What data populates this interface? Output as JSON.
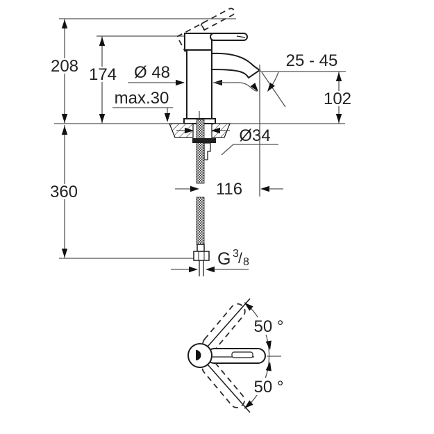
{
  "page": {
    "background": "#ffffff"
  },
  "diagram": {
    "type": "technical-drawing",
    "subject": "single-lever basin mixer faucet: side elevation with installation dimensions and bottom view with handle swivel angles",
    "colors": {
      "outline": "#1c1c1c",
      "dimension_lines": "#555555",
      "text": "#222222",
      "background": "#ffffff"
    },
    "labels": {
      "total_height": "208",
      "body_height": "174",
      "body_diameter": "Ø 48",
      "max_deck_thickness": "max.30",
      "spout_clearance_range": "25 - 45",
      "spout_outlet_height": "102",
      "hole_diameter": "Ø34",
      "spout_projection": "116",
      "hose_length": "360",
      "thread": {
        "g": "G",
        "numerator": "3",
        "slash": "/",
        "denominator": "8"
      },
      "swivel_angle_top": "50 °",
      "swivel_angle_bottom": "50 °"
    }
  }
}
